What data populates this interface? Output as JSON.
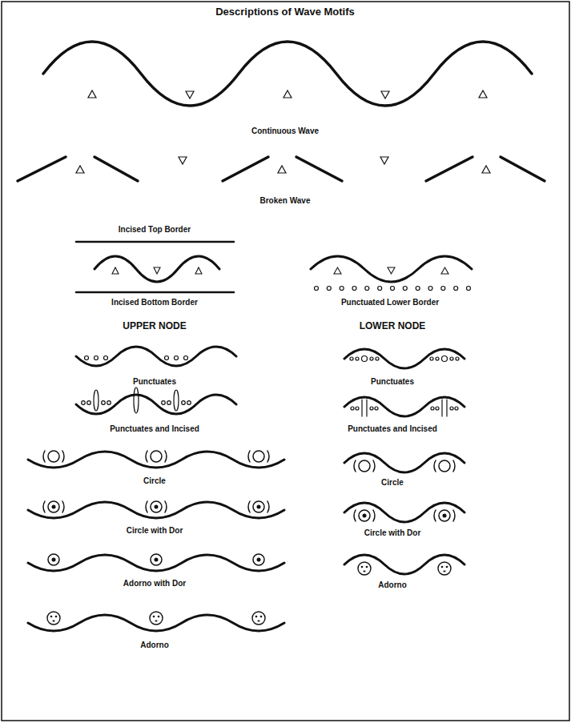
{
  "diagram": {
    "title": "Descriptions of Wave Motifs",
    "labels": [
      "Continuous Wave",
      "Broken Wave",
      "Incised Top Border",
      "Incised Bottom Border",
      "Punctuated Lower Border",
      "UPPER NODE",
      "LOWER NODE",
      "Punctuates",
      "Punctuates",
      "Punctuates and Incised",
      "Punctuates and Incised",
      "Circle",
      "Circle",
      "Circle with Dor",
      "Circle with Dor",
      "Adorno with Dor",
      "Adorno",
      "Adorno"
    ]
  }
}
